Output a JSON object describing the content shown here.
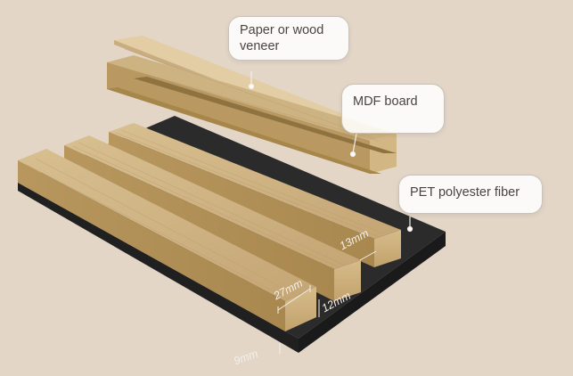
{
  "labels": {
    "veneer_line1": "Paper or wood",
    "veneer_line2": "veneer",
    "mdf": "MDF board",
    "pet": "PET polyester fiber"
  },
  "dimensions": {
    "slat_width": "27mm",
    "slat_gap": "13mm",
    "slat_height": "12mm",
    "base_thickness": "9mm"
  }
}
